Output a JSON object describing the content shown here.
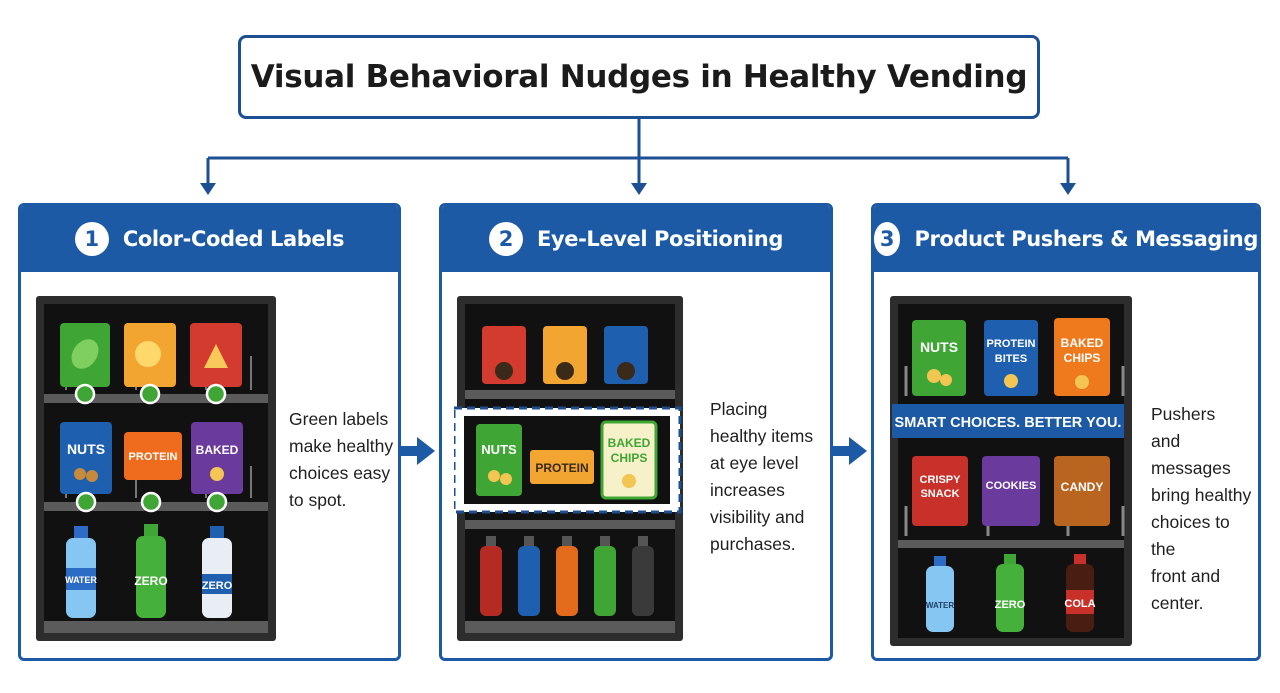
{
  "title": "Visual Behavioral Nudges in Healthy Vending",
  "colors": {
    "brand_blue": "#1d5aa5",
    "healthy_green": "#3fa535",
    "machine_dark": "#2b2b2b"
  },
  "panels": [
    {
      "number": "1",
      "title": "Color-Coded Labels",
      "description_lines": [
        "Green labels",
        "make healthy",
        "choices easy",
        "to spot."
      ],
      "products": {
        "nuts": "NUTS",
        "protein": "PROTEIN",
        "baked": "BAKED",
        "water": "WATER",
        "zero1": "ZERO",
        "zero2": "ZERO"
      }
    },
    {
      "number": "2",
      "title": "Eye-Level Positioning",
      "description_lines": [
        "Placing",
        "healthy items",
        "at eye level",
        "increases",
        "visibility and",
        "purchases."
      ],
      "products": {
        "nuts": "NUTS",
        "protein": "PROTEIN",
        "baked": "BAKED",
        "chips": "CHIPS"
      }
    },
    {
      "number": "3",
      "title": "Product Pushers & Messaging",
      "description_lines": [
        "Pushers",
        "and messages",
        "bring healthy",
        "choices to the",
        "front and",
        "center."
      ],
      "banner": "SMART CHOICES. BETTER YOU.",
      "products": {
        "nuts": "NUTS",
        "protein": "PROTEIN",
        "bites": "BITES",
        "baked": "BAKED",
        "chips": "CHIPS",
        "crispy": "CRISPY",
        "snack": "SNACK",
        "cookies": "COOKIES",
        "candy": "CANDY",
        "water": "WATER",
        "zero": "ZERO",
        "cola": "COLA"
      }
    }
  ]
}
